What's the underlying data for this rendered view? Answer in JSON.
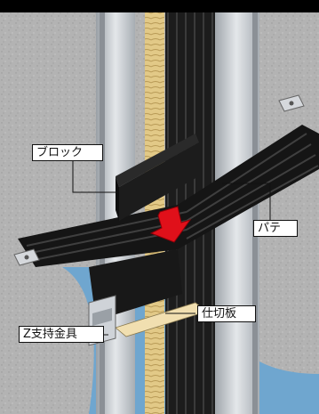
{
  "labels": {
    "block": "ブロック",
    "putty": "パテ",
    "partition": "仕切板",
    "z_bracket": "Z支持金具"
  },
  "colors": {
    "top_band": "#000000",
    "slab_concrete": "#b3b3b3",
    "cable_black": "#1a1a1a",
    "bundle_yellow": "#e2c987",
    "steel_frame": "#c9cdd2",
    "arrow_red": "#e0101a",
    "shaft_blue": "#6fa6cf",
    "partition_cream": "#f1dfb0"
  }
}
